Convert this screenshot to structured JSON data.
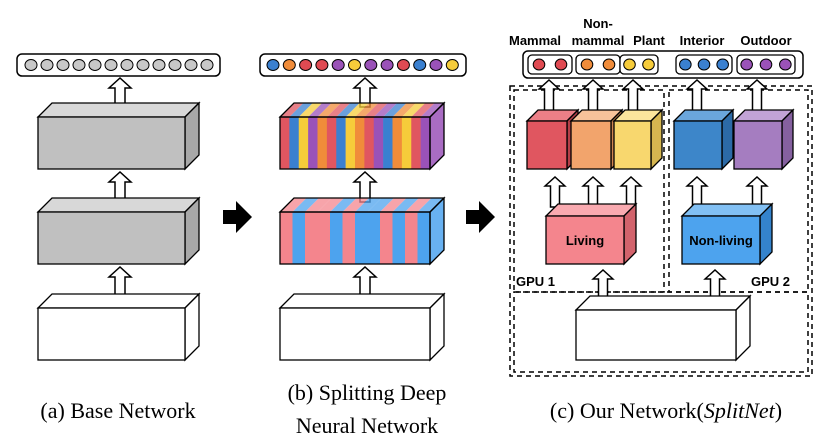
{
  "captions": {
    "a": "(a) Base Network",
    "b_line1": "(b) Splitting Deep",
    "b_line2": "Neural Network",
    "c_prefix": "(c) Our Network(",
    "c_italic": "SplitNet",
    "c_suffix": ")"
  },
  "group_labels": {
    "mammal": "Mammal",
    "non_mammal_line1": "Non-",
    "non_mammal_line2": "mammal",
    "plant": "Plant",
    "interior": "Interior",
    "outdoor": "Outdoor"
  },
  "block_labels": {
    "living": "Living",
    "non_living": "Non-living",
    "gpu1": "GPU 1",
    "gpu2": "GPU 2"
  },
  "colors": {
    "gray": "#c0c0c0",
    "living": "#f4858d",
    "non_living": "#4da3ee",
    "mammal": "#e05660",
    "non_mammal": "#f2a46c",
    "plant": "#f8d76e",
    "interior": "#3d86c9",
    "outdoor": "#a57dc0",
    "dot_red": "#e04a52",
    "dot_orange": "#f08c3a",
    "dot_yellow": "#f6cc3a",
    "dot_blue": "#3a80d0",
    "dot_purple": "#9a52b8"
  },
  "palettes": {
    "b_top_strips": [
      "red",
      "blue",
      "yellow",
      "purple",
      "orange",
      "red",
      "blue",
      "yellow",
      "orange",
      "red",
      "purple",
      "blue",
      "orange",
      "yellow",
      "red",
      "purple"
    ],
    "b_mid_strips": [
      "red",
      "blue",
      "red",
      "red",
      "blue",
      "red",
      "blue",
      "blue",
      "red",
      "blue",
      "red",
      "blue"
    ],
    "b_output_dots": [
      "blue",
      "orange",
      "red",
      "red",
      "purple",
      "yellow",
      "purple",
      "purple",
      "red",
      "blue",
      "purple",
      "yellow"
    ],
    "c_output_groups": [
      [
        "red",
        "red"
      ],
      [
        "orange",
        "orange"
      ],
      [
        "yellow",
        "yellow"
      ],
      [
        "blue",
        "blue",
        "blue"
      ],
      [
        "purple",
        "purple",
        "purple"
      ]
    ]
  }
}
